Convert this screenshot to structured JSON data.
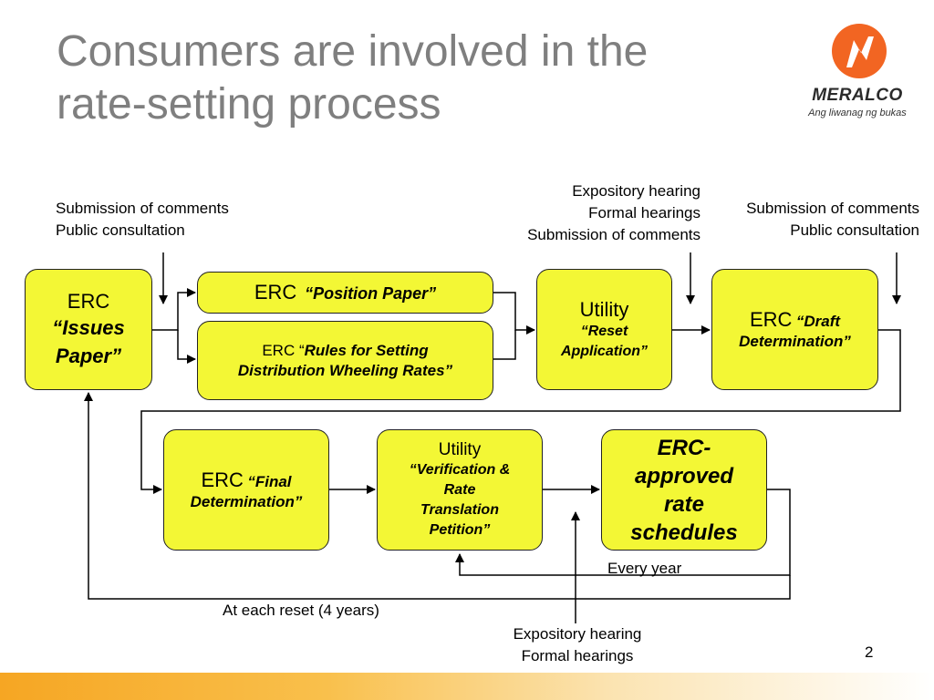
{
  "title": {
    "line1": "Consumers are involved in the",
    "line2": "rate-setting process"
  },
  "logo": {
    "brand": "MERALCO",
    "tagline": "Ang liwanag ng bukas",
    "icon": "meralco-bolt-icon"
  },
  "colors": {
    "box_fill": "#f3f735",
    "title": "#7f7f7f",
    "logo_orange": "#f26522"
  },
  "annotations": {
    "left_top": {
      "line1": "Submission of comments",
      "line2": "Public consultation"
    },
    "mid_top": {
      "line1": "Expository hearing",
      "line2": "Formal hearings",
      "line3": "Submission of comments"
    },
    "right_top": {
      "line1": "Submission of comments",
      "line2": "Public consultation"
    },
    "every_year": "Every year",
    "each_reset": "At each reset (4 years)",
    "bottom": {
      "line1": "Expository hearing",
      "line2": "Formal hearings"
    }
  },
  "boxes": {
    "issues_paper": {
      "line1": "ERC",
      "line2": "“Issues",
      "line3": "Paper”"
    },
    "position_paper": {
      "erc": "ERC",
      "name": "“Position Paper”"
    },
    "rules": {
      "prefix": "ERC “",
      "name1": "Rules for Setting",
      "name2": "Distribution  Wheeling Rates”"
    },
    "reset_app": {
      "line1": "Utility",
      "line2": "“Reset",
      "line3": "Application”"
    },
    "draft": {
      "erc": "ERC",
      "name1": "“Draft",
      "name2": "Determination”"
    },
    "final": {
      "erc": "ERC",
      "name1": "“Final",
      "name2": "Determination”"
    },
    "verification": {
      "line1": "Utility",
      "line2": "“Verification &",
      "line3": "Rate",
      "line4": "Translation",
      "line5": "Petition”"
    },
    "approved": {
      "line1": "ERC-",
      "line2": "approved",
      "line3": "rate",
      "line4": "schedules"
    }
  },
  "page_number": "2"
}
